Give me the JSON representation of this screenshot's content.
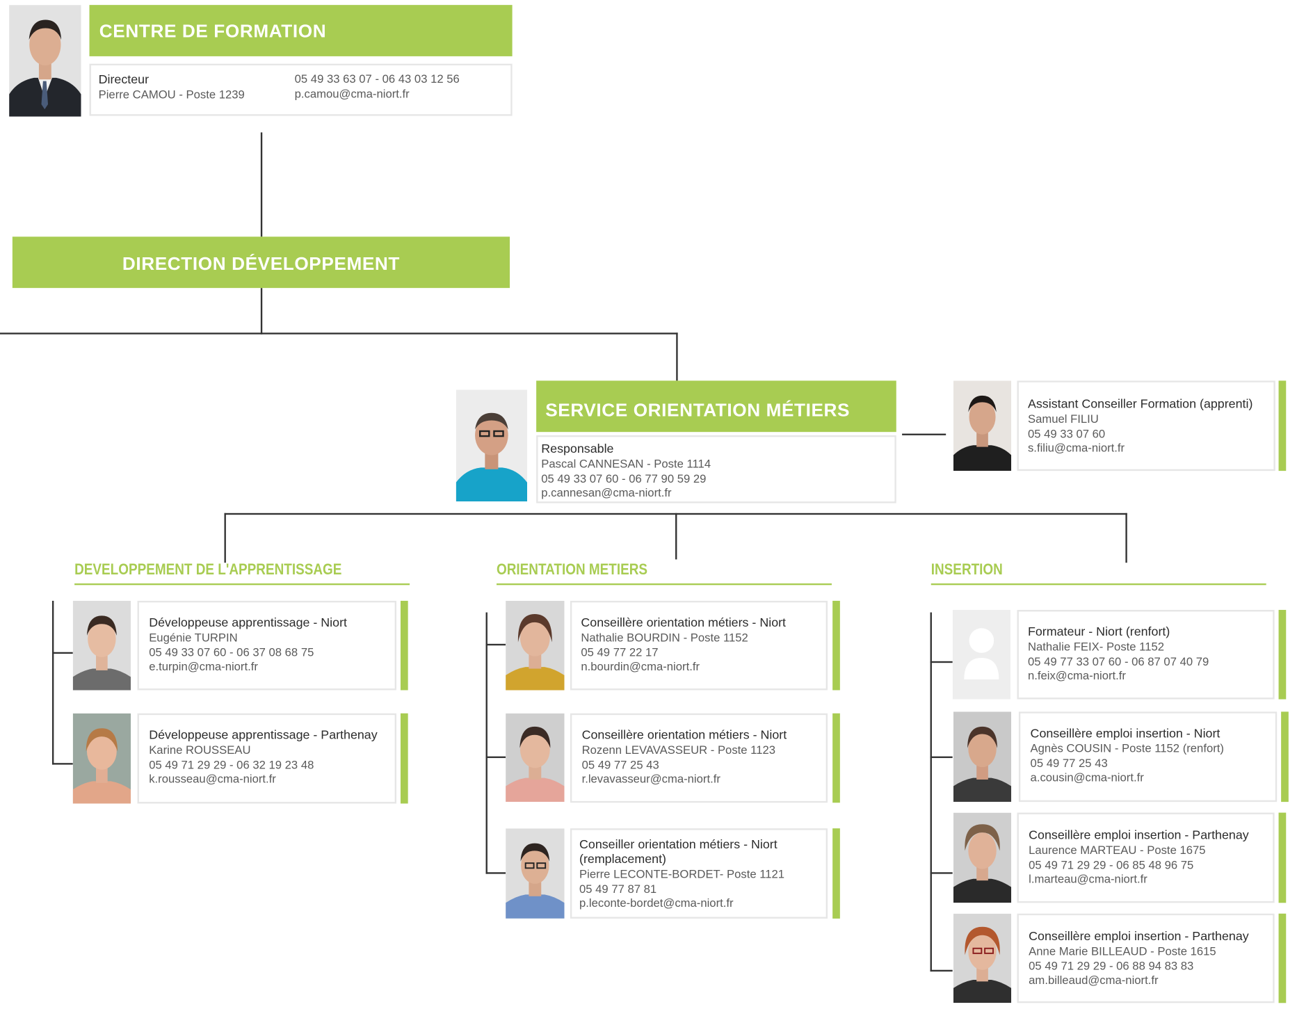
{
  "colors": {
    "accent": "#a8cc52",
    "line": "#333333",
    "border": "#e6e6e6"
  },
  "centre": {
    "title": "Centre de formation",
    "role": "Directeur",
    "name": "Pierre CAMOU - Poste 1239",
    "phone": "05 49 33 63 07 - 06 43 03 12 56",
    "email": "p.camou@cma-niort.fr"
  },
  "direction": {
    "title": "Direction développement"
  },
  "service": {
    "title": "Service orientation métiers",
    "role": "Responsable",
    "name": "Pascal CANNESAN - Poste 1114",
    "phone": "05 49 33 07 60 - 06 77 90 59 29",
    "email": "p.cannesan@cma-niort.fr"
  },
  "assistant": {
    "role": "Assistant Conseiller Formation (apprenti)",
    "name": "Samuel FILIU",
    "phone": "05 49 33 07 60",
    "email": "s.filiu@cma-niort.fr"
  },
  "sections": {
    "apprentissage": {
      "title": "DEVELOPPEMENT DE L'APPRENTISSAGE",
      "people": [
        {
          "role": "Développeuse apprentissage - Niort",
          "name": "Eugénie TURPIN",
          "phone": "05 49 33 07 60 - 06 37 08 68 75",
          "email": "e.turpin@cma-niort.fr"
        },
        {
          "role": "Développeuse apprentissage - Parthenay",
          "name": "Karine ROUSSEAU",
          "phone": "05 49 71 29 29 - 06 32 19 23 48",
          "email": "k.rousseau@cma-niort.fr"
        }
      ]
    },
    "orientation": {
      "title": "ORIENTATION METIERS",
      "people": [
        {
          "role": "Conseillère orientation métiers - Niort",
          "name": "Nathalie BOURDIN - Poste 1152",
          "phone": "05 49 77 22 17",
          "email": "n.bourdin@cma-niort.fr"
        },
        {
          "role": "Conseillère orientation métiers  - Niort",
          "name": "Rozenn LEVAVASSEUR - Poste 1123",
          "phone": "05 49 77 25 43",
          "email": "r.levavasseur@cma-niort.fr"
        },
        {
          "role": "Conseiller orientation métiers  - Niort",
          "role2": "(remplacement)",
          "name": "Pierre LECONTE-BORDET- Poste 1121",
          "phone": "05 49 77 87 81",
          "email": "p.leconte-bordet@cma-niort.fr"
        }
      ]
    },
    "insertion": {
      "title": "INSERTION",
      "people": [
        {
          "role": "Formateur - Niort (renfort)",
          "name": "Nathalie FEIX- Poste 1152",
          "phone": "05 49 77 33 07 60 - 06 87 07 40 79",
          "email": "n.feix@cma-niort.fr"
        },
        {
          "role": "Conseillère emploi insertion  - Niort",
          "name": "Agnès COUSIN - Poste 1152 (renfort)",
          "phone": "05 49 77 25 43",
          "email": "a.cousin@cma-niort.fr"
        },
        {
          "role": "Conseillère emploi insertion - Parthenay",
          "name": "Laurence MARTEAU - Poste 1675",
          "phone": "05 49 71 29 29 - 06 85 48 96 75",
          "email": "l.marteau@cma-niort.fr"
        },
        {
          "role": "Conseillère emploi insertion - Parthenay",
          "name": "Anne Marie BILLEAUD - Poste 1615",
          "phone": "05 49 71 29 29 - 06 88 94 83 83",
          "email": "am.billeaud@cma-niort.fr"
        }
      ]
    }
  }
}
